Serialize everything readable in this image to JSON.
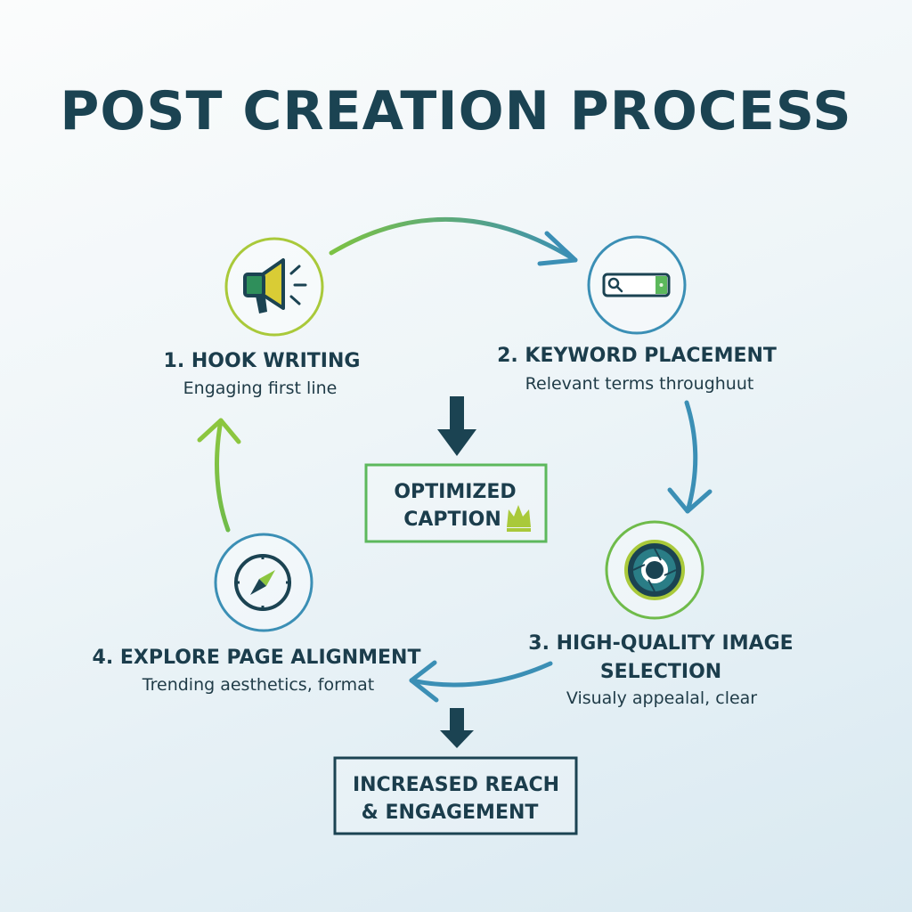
{
  "title": "POST CREATION PROCESS",
  "steps": [
    {
      "title": "1. HOOK WRITING",
      "subtitle": "Engaging first line",
      "icon": "megaphone-icon"
    },
    {
      "title": "2. KEYWORD PLACEMENT",
      "subtitle": "Relevant terms throughuut",
      "icon": "search-bar-icon"
    },
    {
      "title_line1": "3. HIGH-QUALITY IMAGE",
      "title_line2": "SELECTION",
      "subtitle": "Visualy appealal, clear",
      "icon": "camera-lens-icon"
    },
    {
      "title": "4. EXPLORE PAGE ALIGNMENT",
      "subtitle": "Trending aesthetics, format",
      "icon": "compass-icon"
    }
  ],
  "outputs": {
    "caption_line1": "OPTIMIZED",
    "caption_line2": "CAPTION",
    "caption_icon": "crown-icon",
    "reach_line1": "INCREASED REACH",
    "reach_line2": "& ENGAGEMENT"
  },
  "colors": {
    "navy": "#1b4352",
    "green": "#7cc243",
    "teal_blue": "#3b8fb5",
    "lime": "#a9c93a",
    "yellow": "#e2d23a"
  }
}
